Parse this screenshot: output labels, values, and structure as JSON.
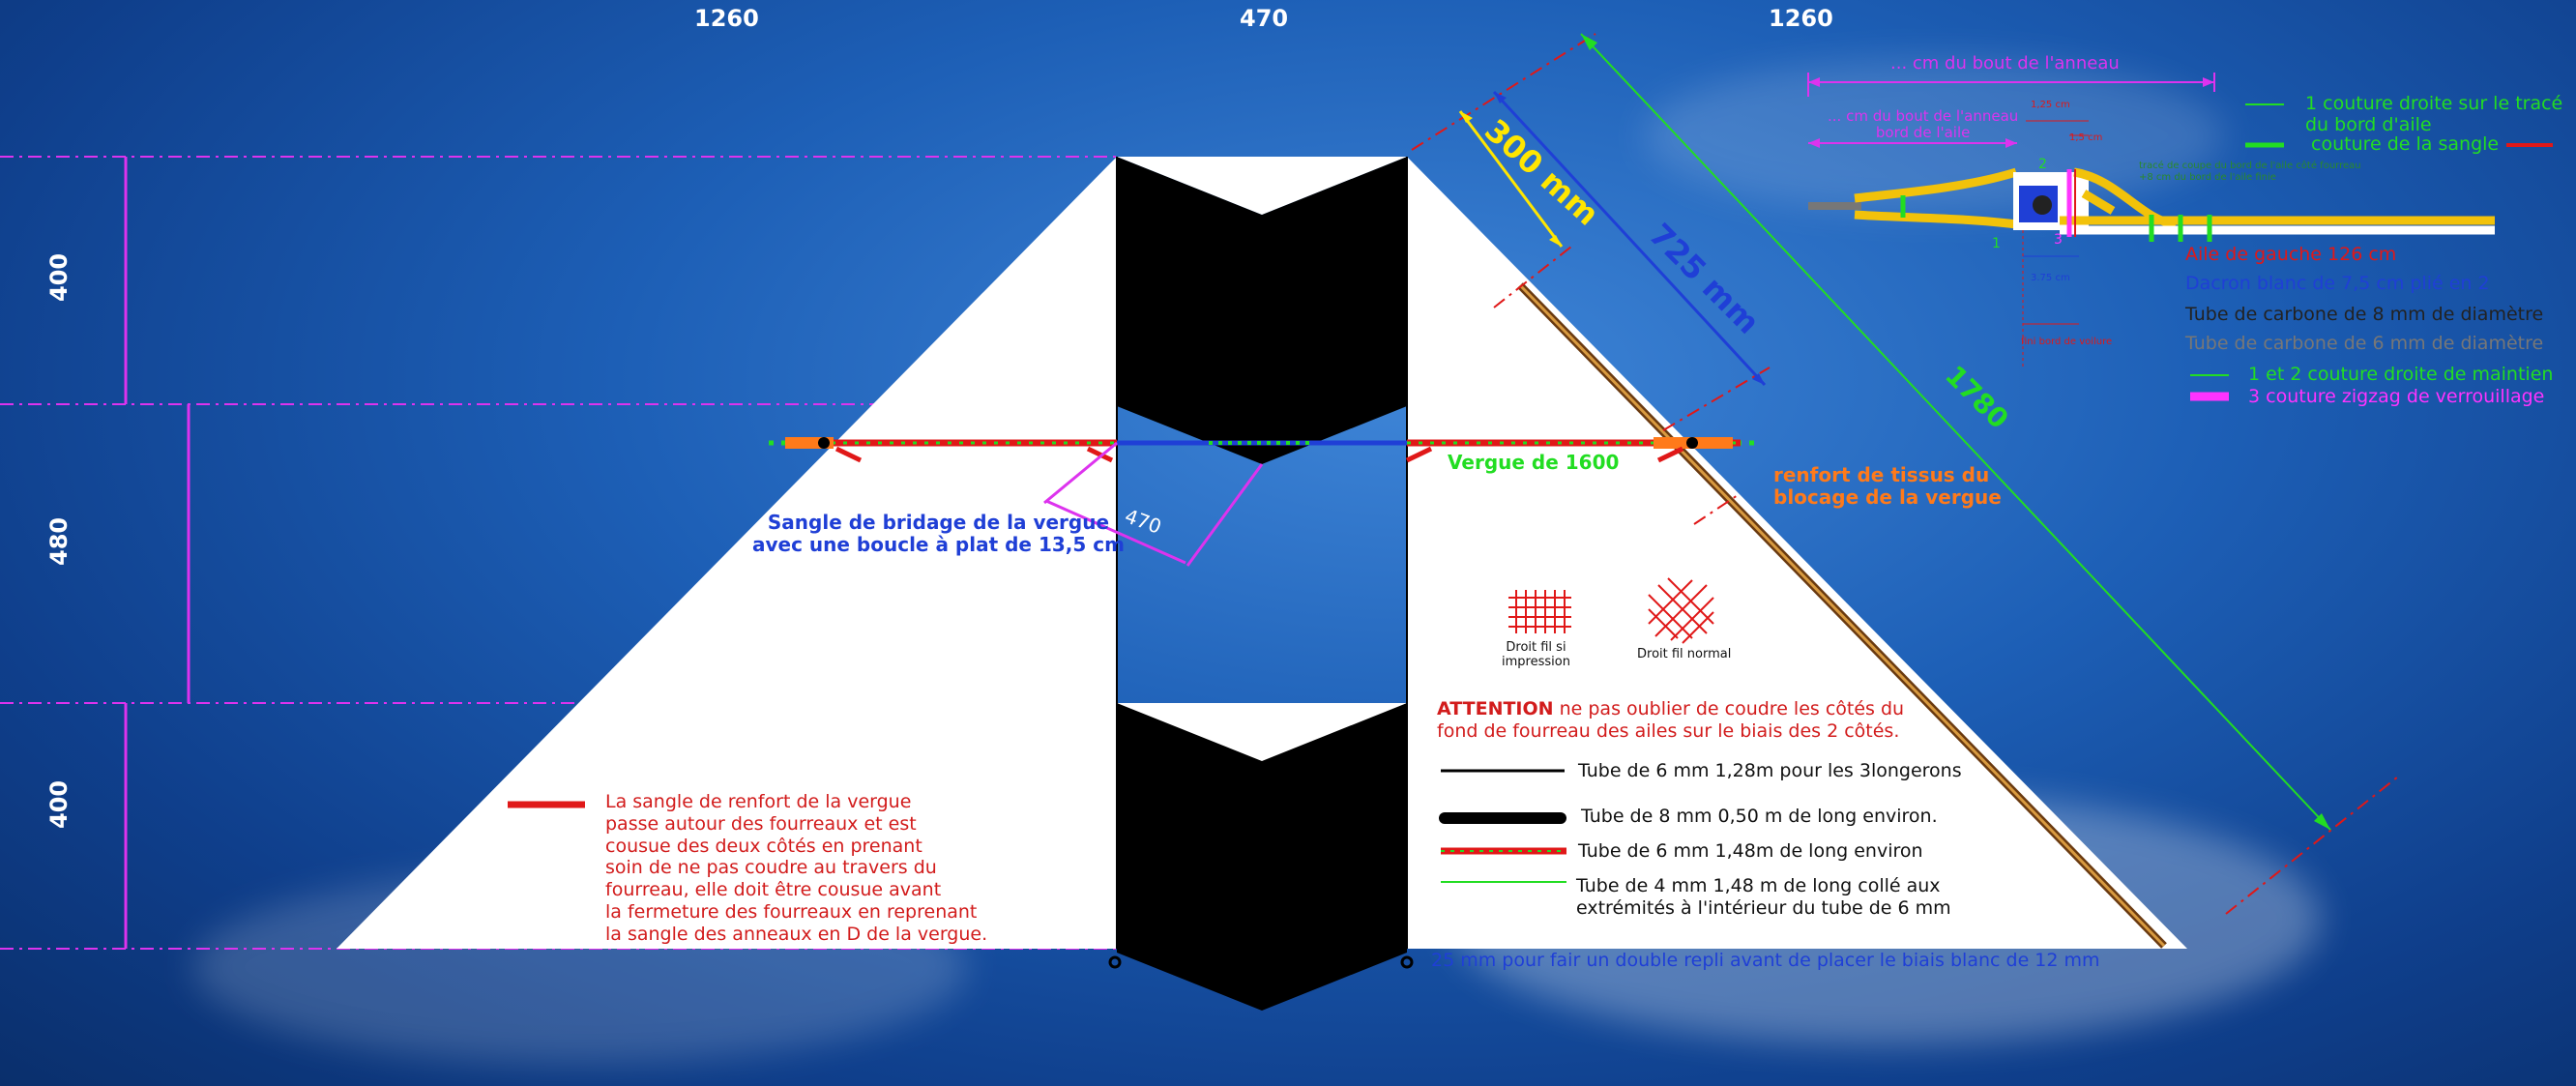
{
  "dimensions": {
    "top": [
      "1260",
      "470",
      "1260"
    ],
    "left": [
      "400",
      "480",
      "400"
    ]
  },
  "diagram": {
    "len_300": "300 mm",
    "len_725": "725 mm",
    "len_1780": "1780",
    "len_470": "470",
    "vergue": "Vergue de 1600",
    "renfort_tissus": "renfort de tissus du\nblocage de la vergue",
    "sangle_bridage": "Sangle de bridage de la vergue\navec une boucle à plat de 13,5 cm",
    "droit_fil_si": "Droit fil si\nimpression",
    "droit_fil_normal": "Droit fil normal",
    "attention_word": "ATTENTION",
    "attention_rest": " ne pas oublier de coudre les côtés du\nfond de fourreau des ailes sur le biais des 2 côtés.",
    "legend_items": [
      "Tube de 6 mm 1,28m pour les 3longerons",
      "Tube de 8 mm 0,50 m de long environ.",
      "Tube de 6 mm 1,48m de long environ",
      "Tube de 4 mm 1,48 m de long collé aux\nextrémités à l'intérieur du tube de 6 mm"
    ],
    "sangle_note": "La sangle de renfort de la vergue\npasse autour des fourreaux et est\ncousue des deux côtés en prenant\nsoin de ne pas coudre au travers du\nfourreau, elle doit être cousue avant\nla fermeture des fourreaux en reprenant\nla sangle des anneaux en D de la vergue.",
    "bottom_note": "25 mm pour fair un double repli avant de placer le biais blanc de 12 mm"
  },
  "detail": {
    "cm_bout_anneau": "... cm du bout de l'anneau",
    "cm_bout_anneau_aile": "... cm du bout de l'anneau\nbord de l'aile",
    "small_top": "1,25 cm",
    "small_top2": "1,5 cm",
    "num_2": "2",
    "num_1": "1",
    "num_3": "3",
    "trace_coupe": "tracé de coupe du bord de l'aile côté fourreau\n+8 cm du bord de l'aile finie",
    "w_375": "3.75 cm",
    "fini_bord": "fini bord de voilure"
  },
  "legend_right": [
    {
      "text": "1 couture droite sur le tracé\ndu bord d'aile",
      "color": "#22dd22"
    },
    {
      "text": "couture de la sangle",
      "color": "#22dd22"
    },
    {
      "text": "Aile de gauche 126 cm",
      "color": "#e01818"
    },
    {
      "text": "Dacron blanc de 7,5 cm plié en 2",
      "color": "#1f3fd6"
    },
    {
      "text": "Tube de carbone de 8 mm de diamètre",
      "color": "#222222"
    },
    {
      "text": "Tube de carbone de 6 mm de diamètre",
      "color": "#777777"
    },
    {
      "text": "1 et 2 couture droite de maintien",
      "color": "#22dd22"
    },
    {
      "text": "3 couture zigzag de verrouillage",
      "color": "#ff33ff"
    }
  ],
  "colors": {
    "magenta": "#dd33ee",
    "red": "#e01818",
    "green": "#22dd22",
    "yellow": "#ffe600",
    "blue": "#1f3fd6",
    "orange": "#ff7a1a"
  }
}
